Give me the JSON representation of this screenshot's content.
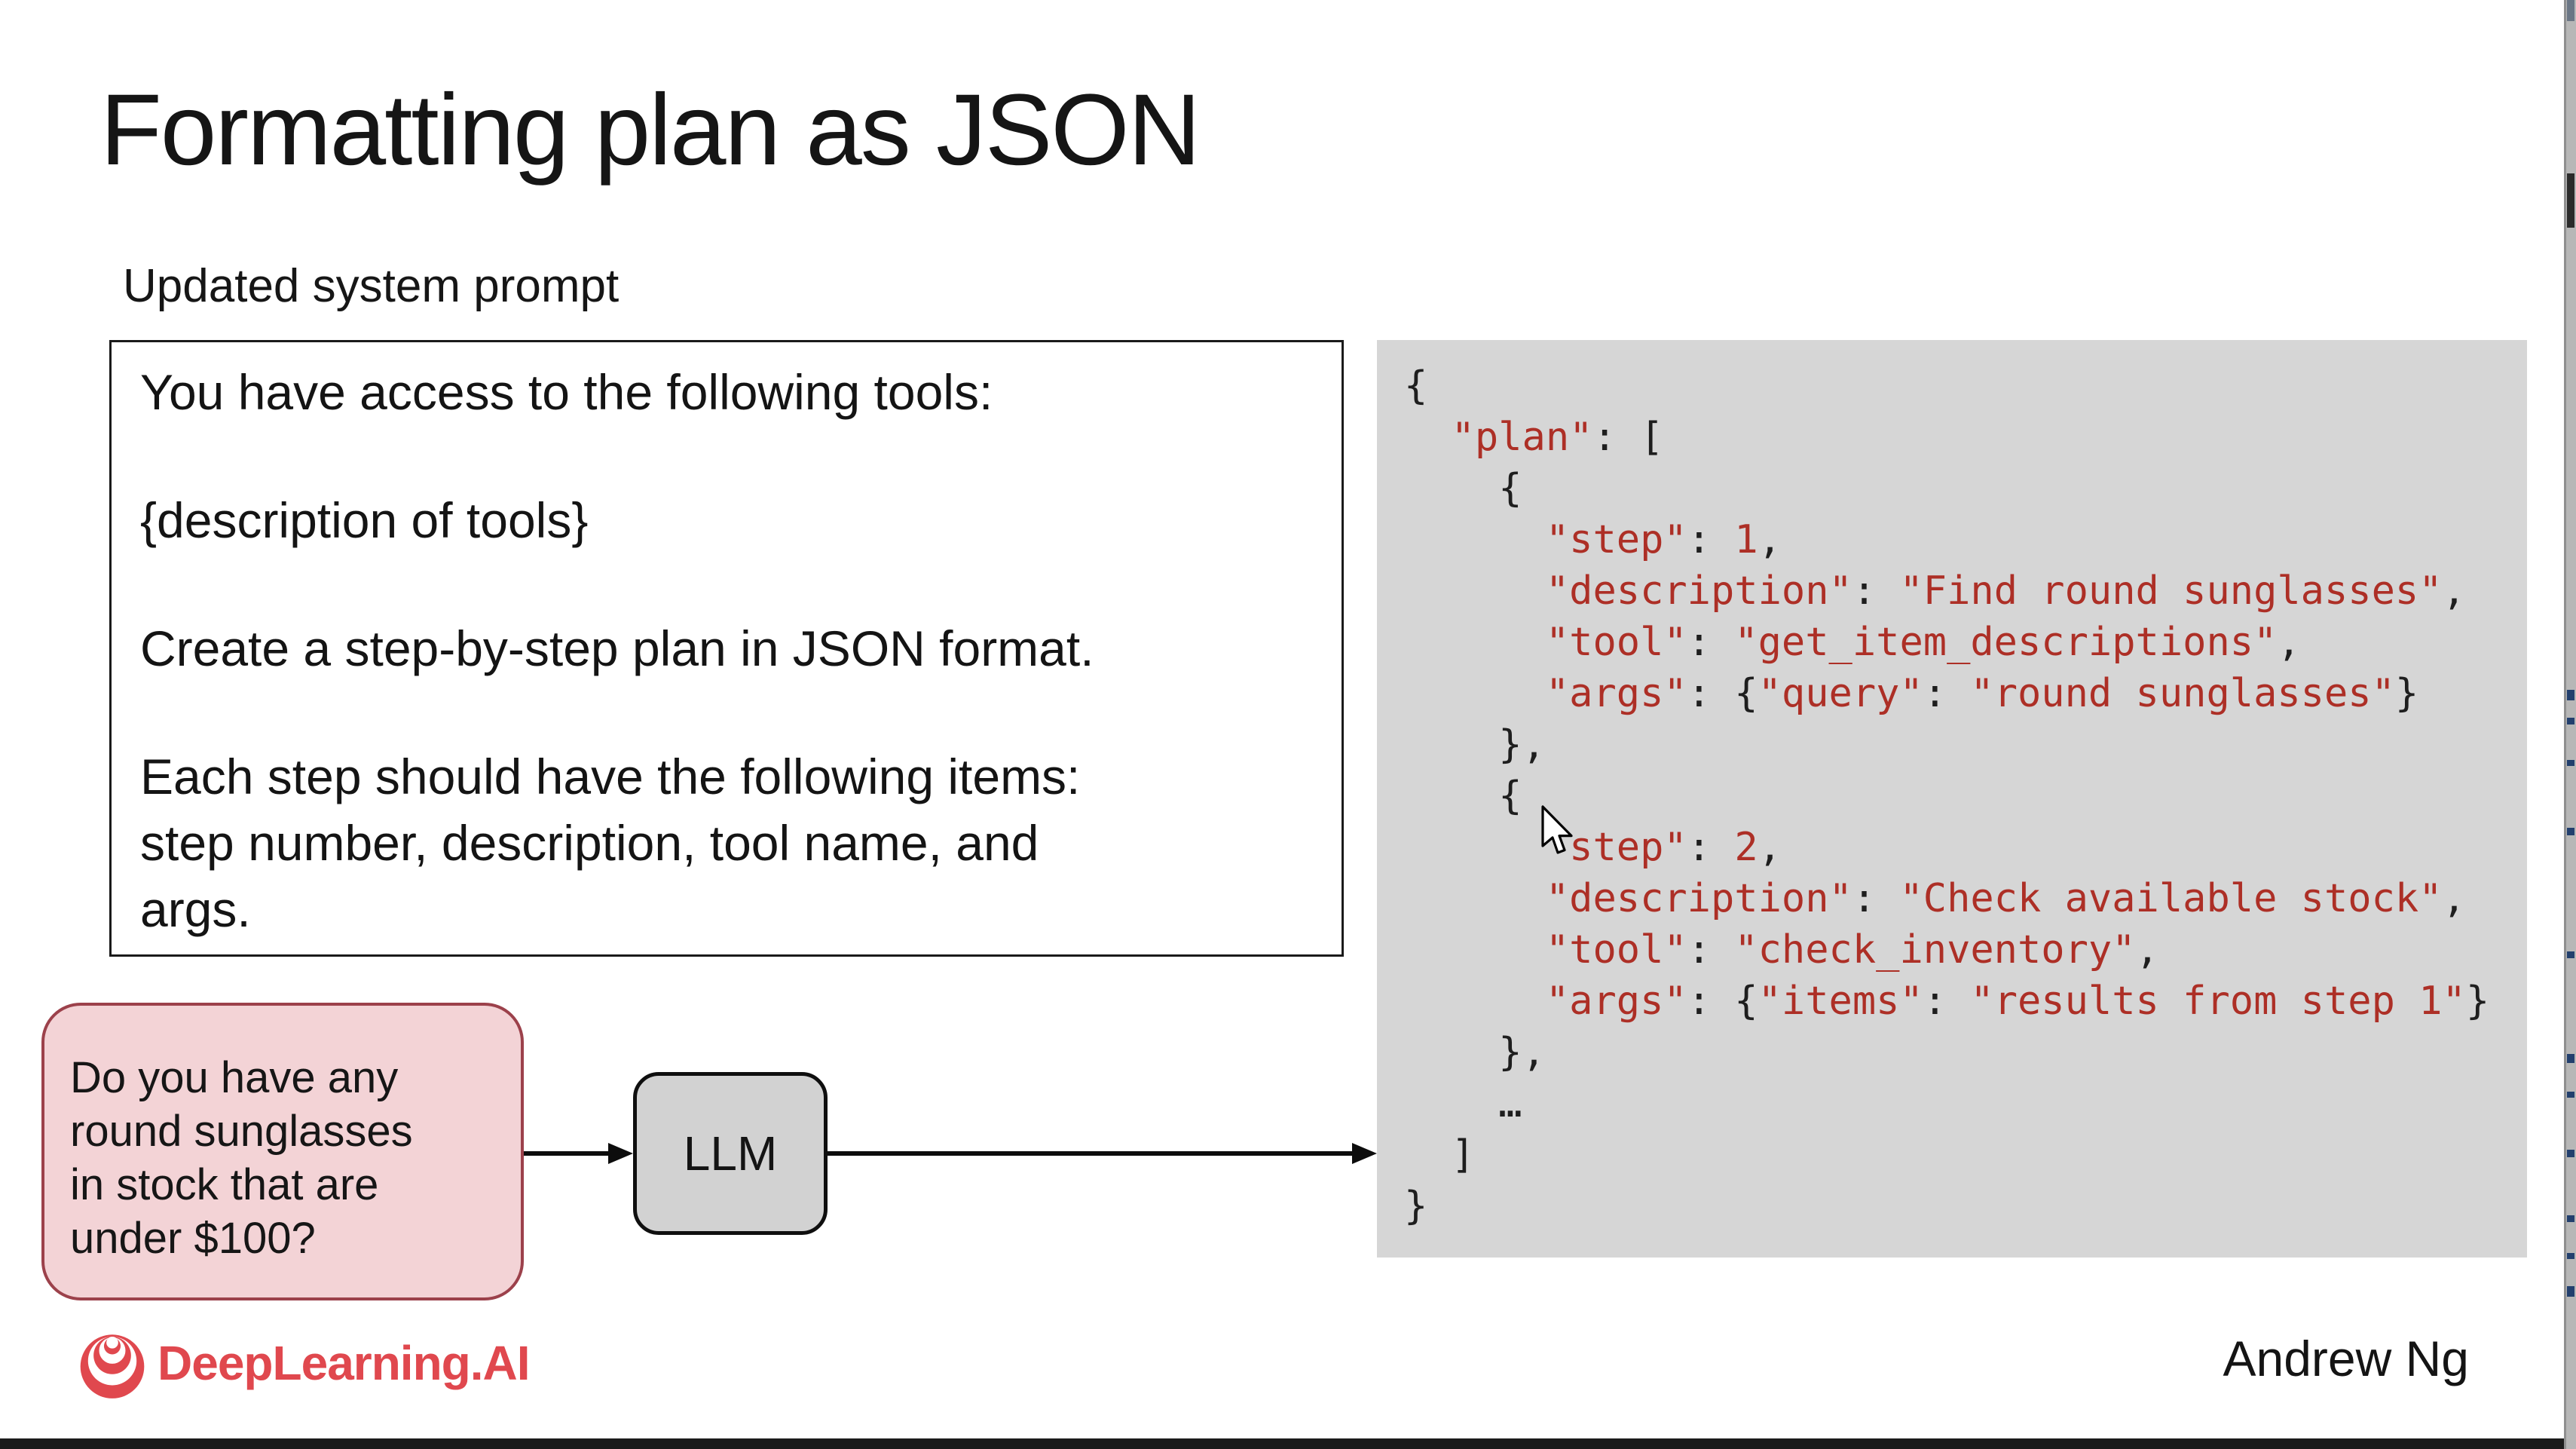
{
  "slide": {
    "title": "Formatting plan as JSON",
    "section_label": "Updated system prompt",
    "system_prompt_box": {
      "lines": [
        "You have access to the following tools:",
        "{description of tools}",
        "Create a step-by-step plan in JSON format.",
        "Each step should have the following items:",
        "step number, description, tool name, and",
        "args."
      ]
    },
    "user_bubble": {
      "lines": [
        "Do you have any",
        "round sunglasses",
        "in stock that are",
        "under $100?"
      ]
    },
    "llm_node": {
      "label": "LLM"
    },
    "footer": {
      "brand": "DeepLearning.AI",
      "author": "Andrew Ng"
    }
  },
  "json_panel": {
    "colors": {
      "background": "#d6d6d6",
      "string": "#ad2f26",
      "number": "#ad2f26",
      "punctuation": "#1e1e1e"
    },
    "lines": [
      [
        {
          "t": "{",
          "c": "b"
        }
      ],
      [
        {
          "t": "  ",
          "c": "b"
        },
        {
          "t": "\"plan\"",
          "c": "r"
        },
        {
          "t": ": [",
          "c": "b"
        }
      ],
      [
        {
          "t": "    {",
          "c": "b"
        }
      ],
      [
        {
          "t": "      ",
          "c": "b"
        },
        {
          "t": "\"step\"",
          "c": "r"
        },
        {
          "t": ": ",
          "c": "b"
        },
        {
          "t": "1",
          "c": "r"
        },
        {
          "t": ",",
          "c": "b"
        }
      ],
      [
        {
          "t": "      ",
          "c": "b"
        },
        {
          "t": "\"description\"",
          "c": "r"
        },
        {
          "t": ": ",
          "c": "b"
        },
        {
          "t": "\"Find round sunglasses\"",
          "c": "r"
        },
        {
          "t": ",",
          "c": "b"
        }
      ],
      [
        {
          "t": "      ",
          "c": "b"
        },
        {
          "t": "\"tool\"",
          "c": "r"
        },
        {
          "t": ": ",
          "c": "b"
        },
        {
          "t": "\"get_item_descriptions\"",
          "c": "r"
        },
        {
          "t": ",",
          "c": "b"
        }
      ],
      [
        {
          "t": "      ",
          "c": "b"
        },
        {
          "t": "\"args\"",
          "c": "r"
        },
        {
          "t": ": {",
          "c": "b"
        },
        {
          "t": "\"query\"",
          "c": "r"
        },
        {
          "t": ": ",
          "c": "b"
        },
        {
          "t": "\"round sunglasses\"",
          "c": "r"
        },
        {
          "t": "}",
          "c": "b"
        }
      ],
      [
        {
          "t": "    },",
          "c": "b"
        }
      ],
      [
        {
          "t": "    {",
          "c": "b"
        }
      ],
      [
        {
          "t": "       ",
          "c": "b"
        },
        {
          "t": "step\"",
          "c": "r"
        },
        {
          "t": ": ",
          "c": "b"
        },
        {
          "t": "2",
          "c": "r"
        },
        {
          "t": ",",
          "c": "b"
        }
      ],
      [
        {
          "t": "      ",
          "c": "b"
        },
        {
          "t": "\"description\"",
          "c": "r"
        },
        {
          "t": ": ",
          "c": "b"
        },
        {
          "t": "\"Check available stock\"",
          "c": "r"
        },
        {
          "t": ",",
          "c": "b"
        }
      ],
      [
        {
          "t": "      ",
          "c": "b"
        },
        {
          "t": "\"tool\"",
          "c": "r"
        },
        {
          "t": ": ",
          "c": "b"
        },
        {
          "t": "\"check_inventory\"",
          "c": "r"
        },
        {
          "t": ",",
          "c": "b"
        }
      ],
      [
        {
          "t": "      ",
          "c": "b"
        },
        {
          "t": "\"args\"",
          "c": "r"
        },
        {
          "t": ": {",
          "c": "b"
        },
        {
          "t": "\"items\"",
          "c": "r"
        },
        {
          "t": ": ",
          "c": "b"
        },
        {
          "t": "\"results from step 1\"",
          "c": "r"
        },
        {
          "t": "}",
          "c": "b"
        }
      ],
      [
        {
          "t": "    },",
          "c": "b"
        }
      ],
      [
        {
          "t": "    …",
          "c": "b"
        }
      ],
      [
        {
          "t": "  ]",
          "c": "b"
        }
      ],
      [
        {
          "t": "}",
          "c": "b"
        }
      ]
    ]
  },
  "icons": {
    "mouse_cursor": "arrow-pointer",
    "brand_mark": "deeplearning-concentric-rings",
    "arrows": "right-arrow"
  },
  "accent_colors": {
    "brand_red": "#e0484e",
    "bubble_fill": "#f3d3d6",
    "bubble_border": "#9c414b",
    "panel_gray": "#d6d6d6",
    "node_gray": "#d2d2d2",
    "code_red": "#ad2f26"
  }
}
